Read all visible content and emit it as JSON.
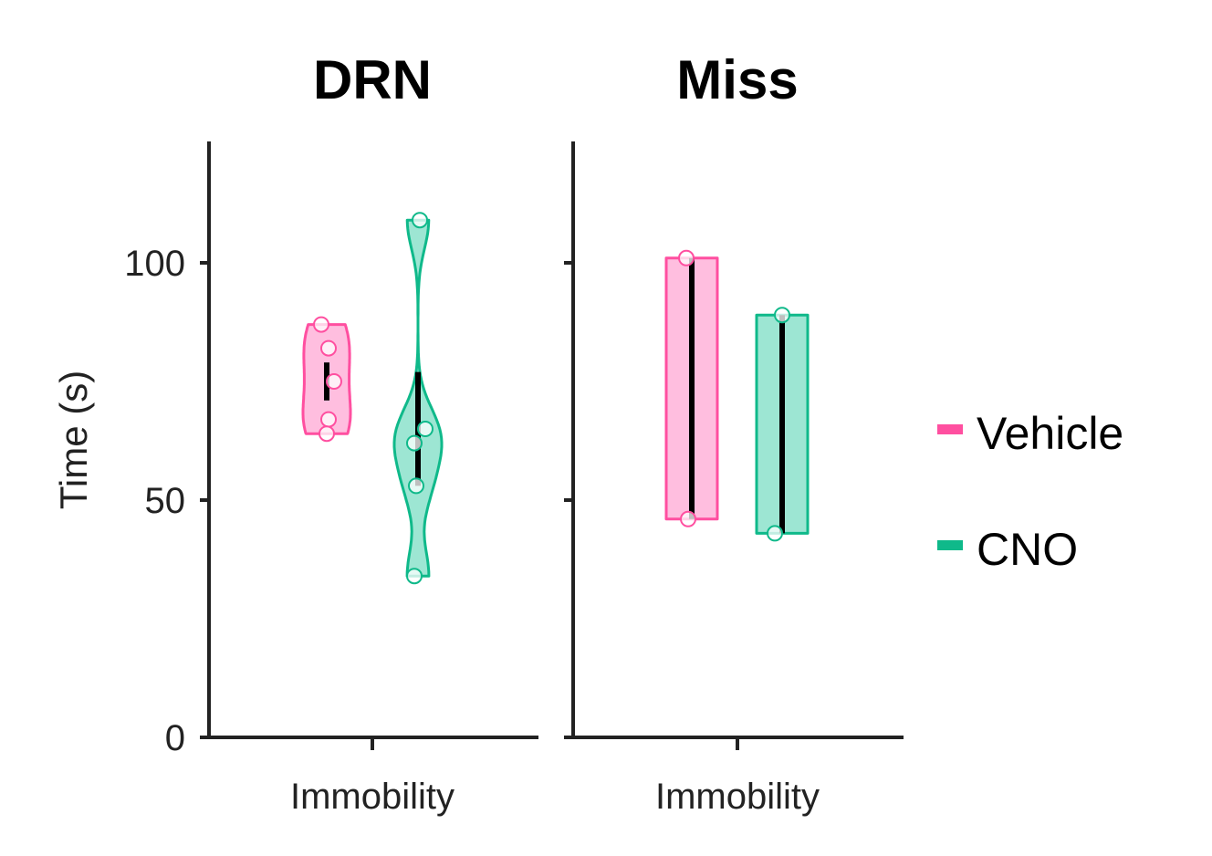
{
  "chart_data": {
    "type": "violin",
    "ylabel": "Time (s)",
    "ylim": [
      0,
      125
    ],
    "yticks": [
      0,
      50,
      100
    ],
    "grid": false,
    "legend_placement": "right",
    "legend": [
      {
        "name": "Vehicle",
        "color": "#ff4fa0",
        "fill": "#ffbedf"
      },
      {
        "name": "CNO",
        "color": "#0fb98a",
        "fill": "#9de6d3"
      }
    ],
    "panels": [
      {
        "title": "DRN",
        "category": "Immobility",
        "groups": [
          {
            "name": "Vehicle",
            "points": [
              87,
              82,
              75,
              67,
              64
            ],
            "range": [
              64,
              87
            ],
            "iqr": [
              71,
              79
            ]
          },
          {
            "name": "CNO",
            "points": [
              109,
              65,
              62,
              53,
              34
            ],
            "range": [
              34,
              109
            ],
            "iqr": [
              53,
              77
            ]
          }
        ]
      },
      {
        "title": "Miss",
        "category": "Immobility",
        "groups": [
          {
            "name": "Vehicle",
            "points": [
              101,
              46
            ],
            "range": [
              46,
              101
            ],
            "iqr": [
              46,
              101
            ]
          },
          {
            "name": "CNO",
            "points": [
              89,
              43
            ],
            "range": [
              43,
              89
            ],
            "iqr": [
              43,
              89
            ]
          }
        ]
      }
    ]
  }
}
